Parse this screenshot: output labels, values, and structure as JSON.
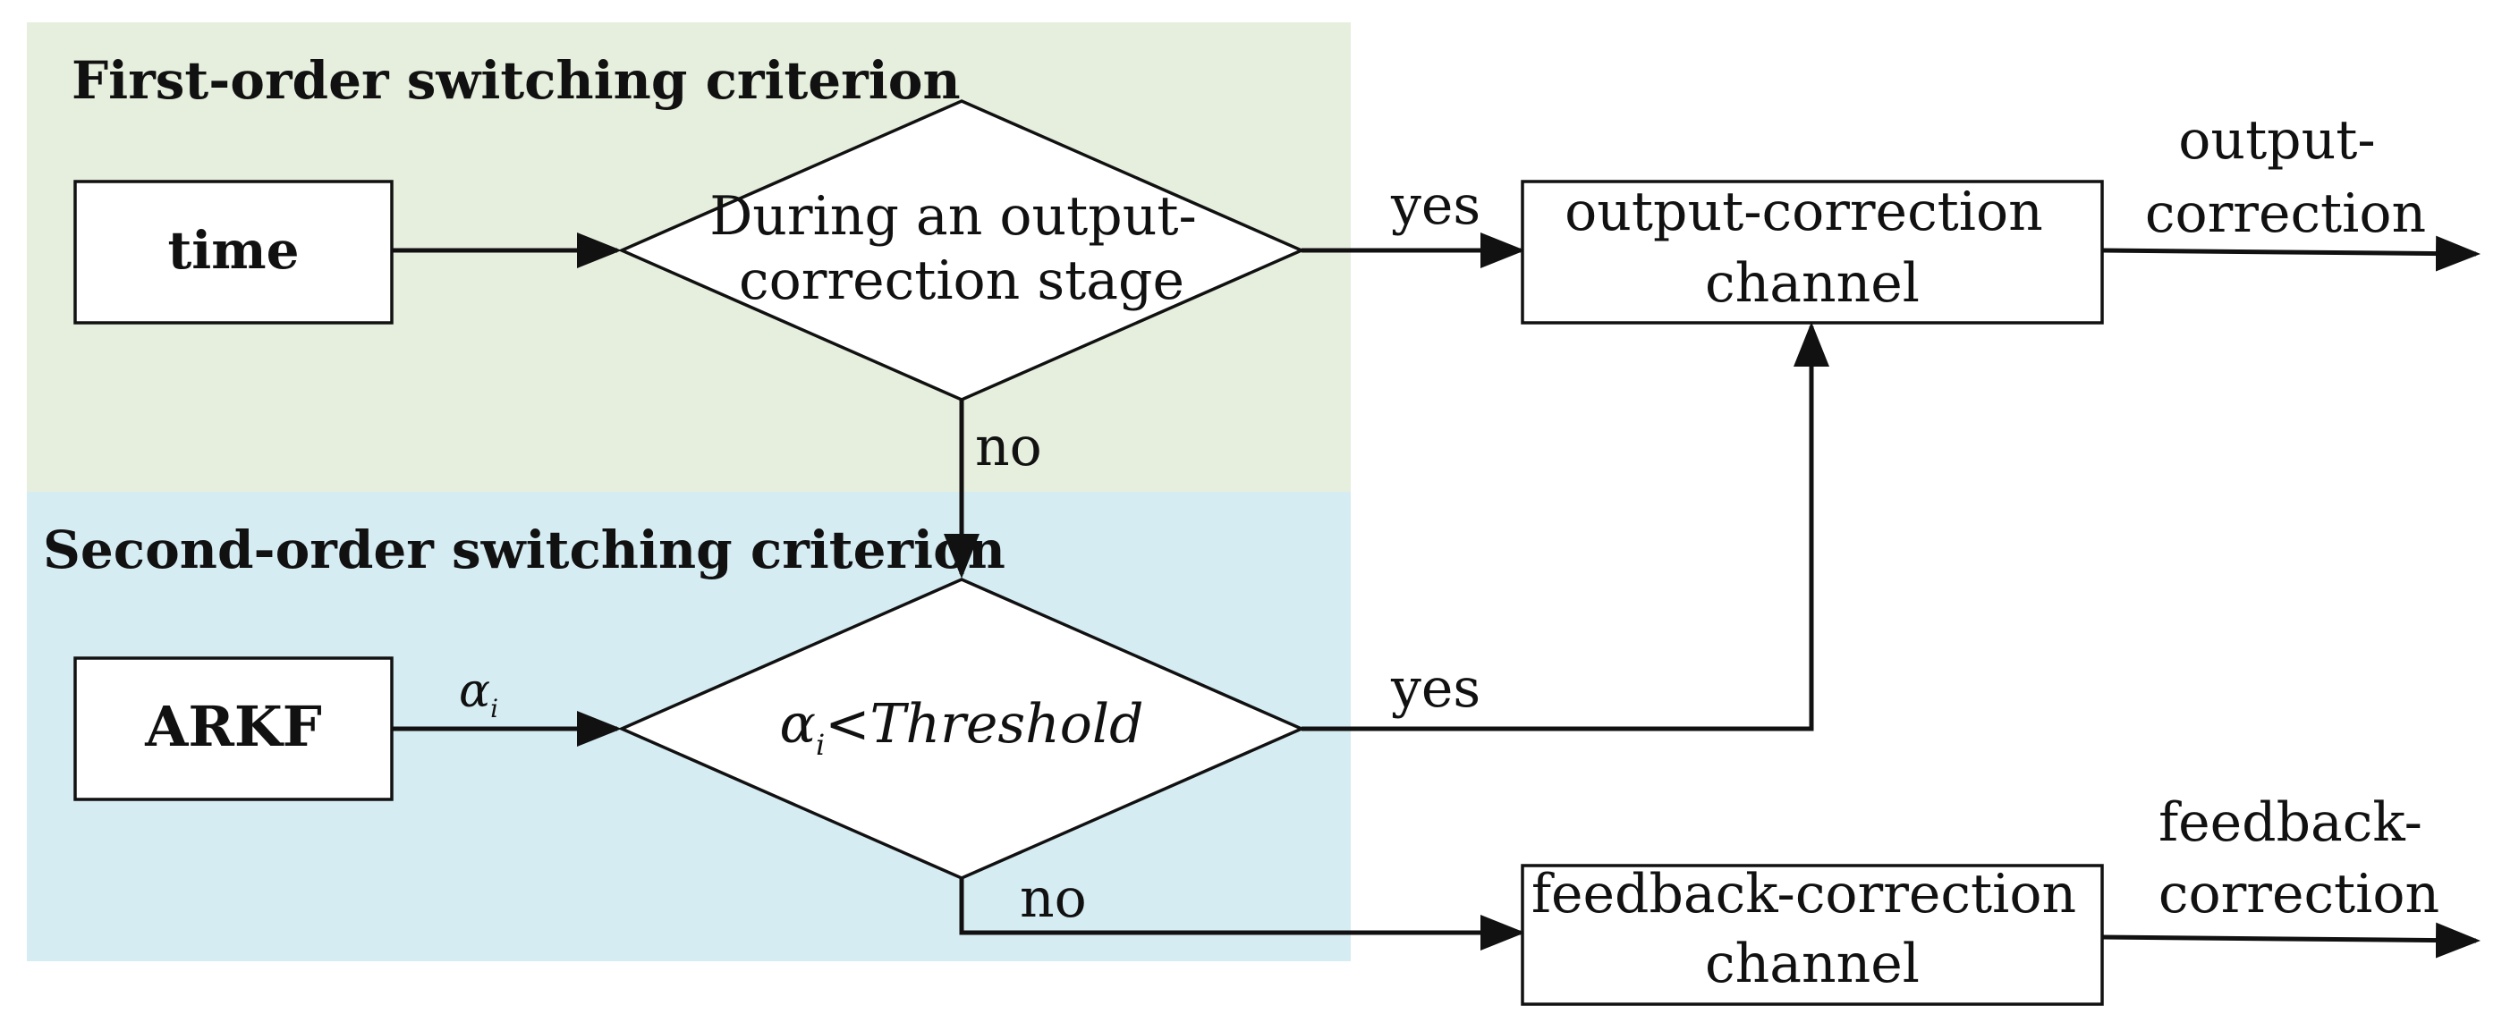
{
  "regions": {
    "first": {
      "title": "First-order switching criterion",
      "color": "#e6efdd"
    },
    "second": {
      "title": "Second-order switching criterion",
      "color": "#d6ecf3"
    }
  },
  "nodes": {
    "time": "time",
    "arkf": "ARKF",
    "decision1": {
      "line1": "During an output-",
      "line2": "correction stage"
    },
    "decision2": {
      "alpha": "α",
      "sub": "i",
      "rest": "<Threshold"
    },
    "output_channel": {
      "line1": "output-correction",
      "line2": "channel"
    },
    "feedback_channel": {
      "line1": "feedback-correction",
      "line2": "channel"
    }
  },
  "edges": {
    "alpha_label": {
      "alpha": "α",
      "sub": "i"
    },
    "yes1": "yes",
    "no1": "no",
    "yes2": "yes",
    "no2": "no"
  },
  "outputs": {
    "output": {
      "line1": "output-",
      "line2": "correction"
    },
    "feedback": {
      "line1": "feedback-",
      "line2": "correction"
    }
  }
}
